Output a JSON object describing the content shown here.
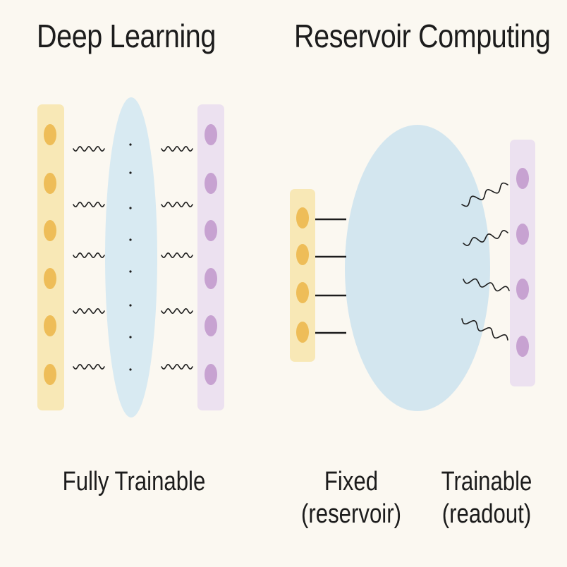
{
  "panels": {
    "deep_learning": {
      "title": "Deep Learning",
      "caption": "Fully Trainable"
    },
    "reservoir_computing": {
      "title": "Reservoir Computing",
      "caption_fixed_line1": "Fixed",
      "caption_fixed_line2": "(reservoir)",
      "caption_trainable_line1": "Trainable",
      "caption_trainable_line2": "(readout)"
    }
  },
  "colors": {
    "background": "#fbf8f1",
    "input_layer": "#f8e8b6",
    "input_node": "#eebd58",
    "output_layer": "#ece1f0",
    "output_node": "#c7a2d1",
    "hidden_ellipse": "#d8eaf2",
    "reservoir": "#d3e6ef",
    "connection": "#1c1c1c"
  }
}
